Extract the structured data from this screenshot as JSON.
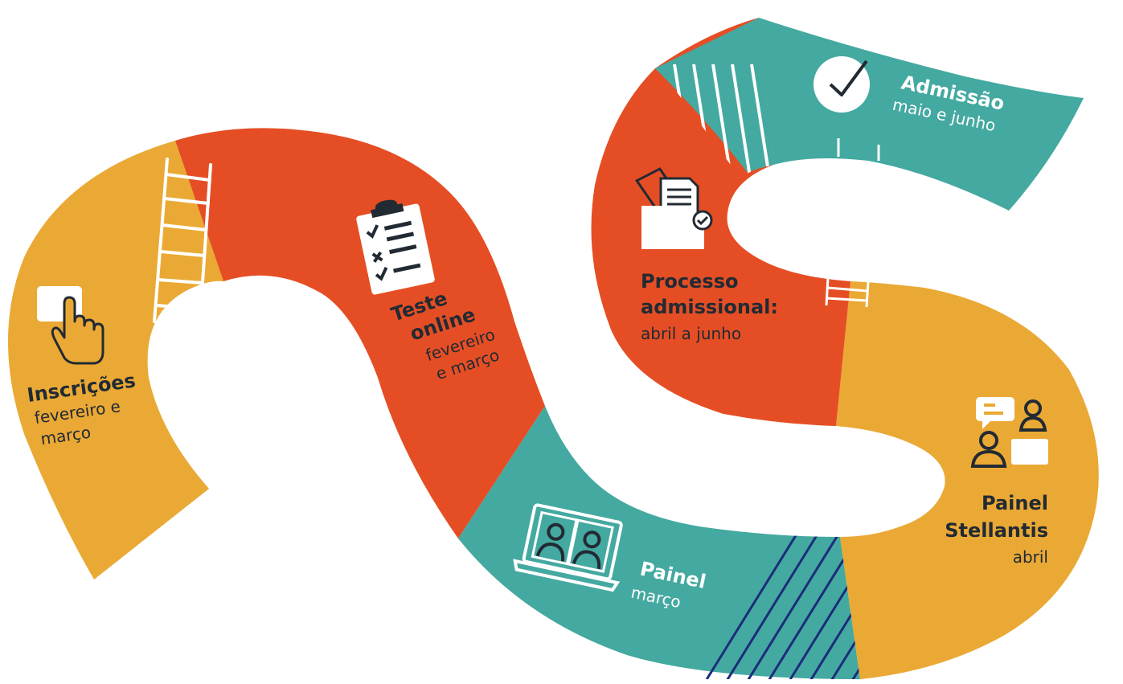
{
  "colors": {
    "yellow": "#EAA935",
    "orange": "#E54E24",
    "teal": "#44A9A0",
    "navy": "#1C2C7A",
    "text_dark": "#222A33",
    "white": "#FFFFFF"
  },
  "steps": {
    "inscricoes": {
      "title": "Inscrições",
      "period_line1": "fevereiro e",
      "period_line2": "março",
      "icon": "hand-pointer-icon"
    },
    "teste": {
      "title_line1": "Teste",
      "title_line2": "online",
      "period_line1": "fevereiro",
      "period_line2": "e março",
      "icon": "clipboard-checklist-icon"
    },
    "painel": {
      "title": "Painel",
      "period": "março",
      "icon": "video-call-icon"
    },
    "processo": {
      "title_line1": "Processo",
      "title_line2": "admissional:",
      "period": "abril a junho",
      "icon": "documents-folder-icon"
    },
    "painel_stellantis": {
      "title_line1": "Painel",
      "title_line2": "Stellantis",
      "period": "abril",
      "icon": "chat-people-icon"
    },
    "admissao": {
      "title": "Admissão",
      "period": "maio e junho",
      "icon": "check-circle-icon"
    }
  }
}
